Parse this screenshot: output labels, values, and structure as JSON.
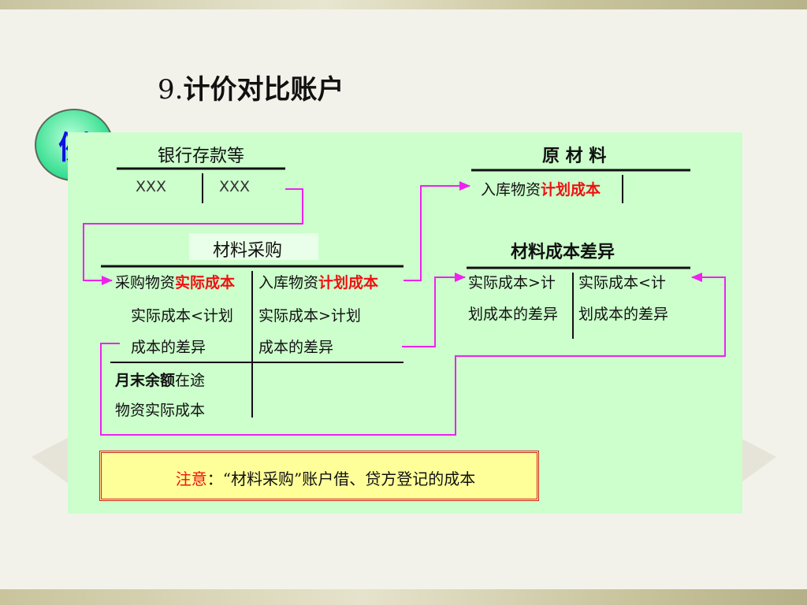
{
  "title": {
    "number": "9.",
    "text": "计价对比账户"
  },
  "badge": "例",
  "accounts": {
    "bank": {
      "name": "银行存款等",
      "debit": "XXX",
      "credit": "XXX"
    },
    "raw": {
      "name": "原 材 料",
      "debit_prefix": "入库物资",
      "debit_highlight": "计划成本"
    },
    "purchase": {
      "name": "材料采购",
      "debit_l1_prefix": "采购物资",
      "debit_l1_highlight": "实际成本",
      "debit_l2": "实际成本<计划",
      "debit_l3": "成本的差异",
      "credit_l1_prefix": "入库物资",
      "credit_l1_highlight": "计划成本",
      "credit_l2": "实际成本>计划",
      "credit_l3": "成本的差异",
      "balance_bold": "月末余额",
      "balance_rest": "在途",
      "balance_l2": "物资实际成本"
    },
    "variance": {
      "name": "材料成本差异",
      "debit_l1": "实际成本>计",
      "debit_l2": "划成本的差异",
      "credit_l1": "实际成本<计",
      "credit_l2": "划成本的差异"
    }
  },
  "note": {
    "label": "注意",
    "text": "：“材料采购”账户借、贷方登记的成本"
  },
  "colors": {
    "panel": "#ccffcc",
    "arrow": "#ee22ee",
    "highlight": "#ee1111",
    "badge_text": "#1010e0"
  }
}
